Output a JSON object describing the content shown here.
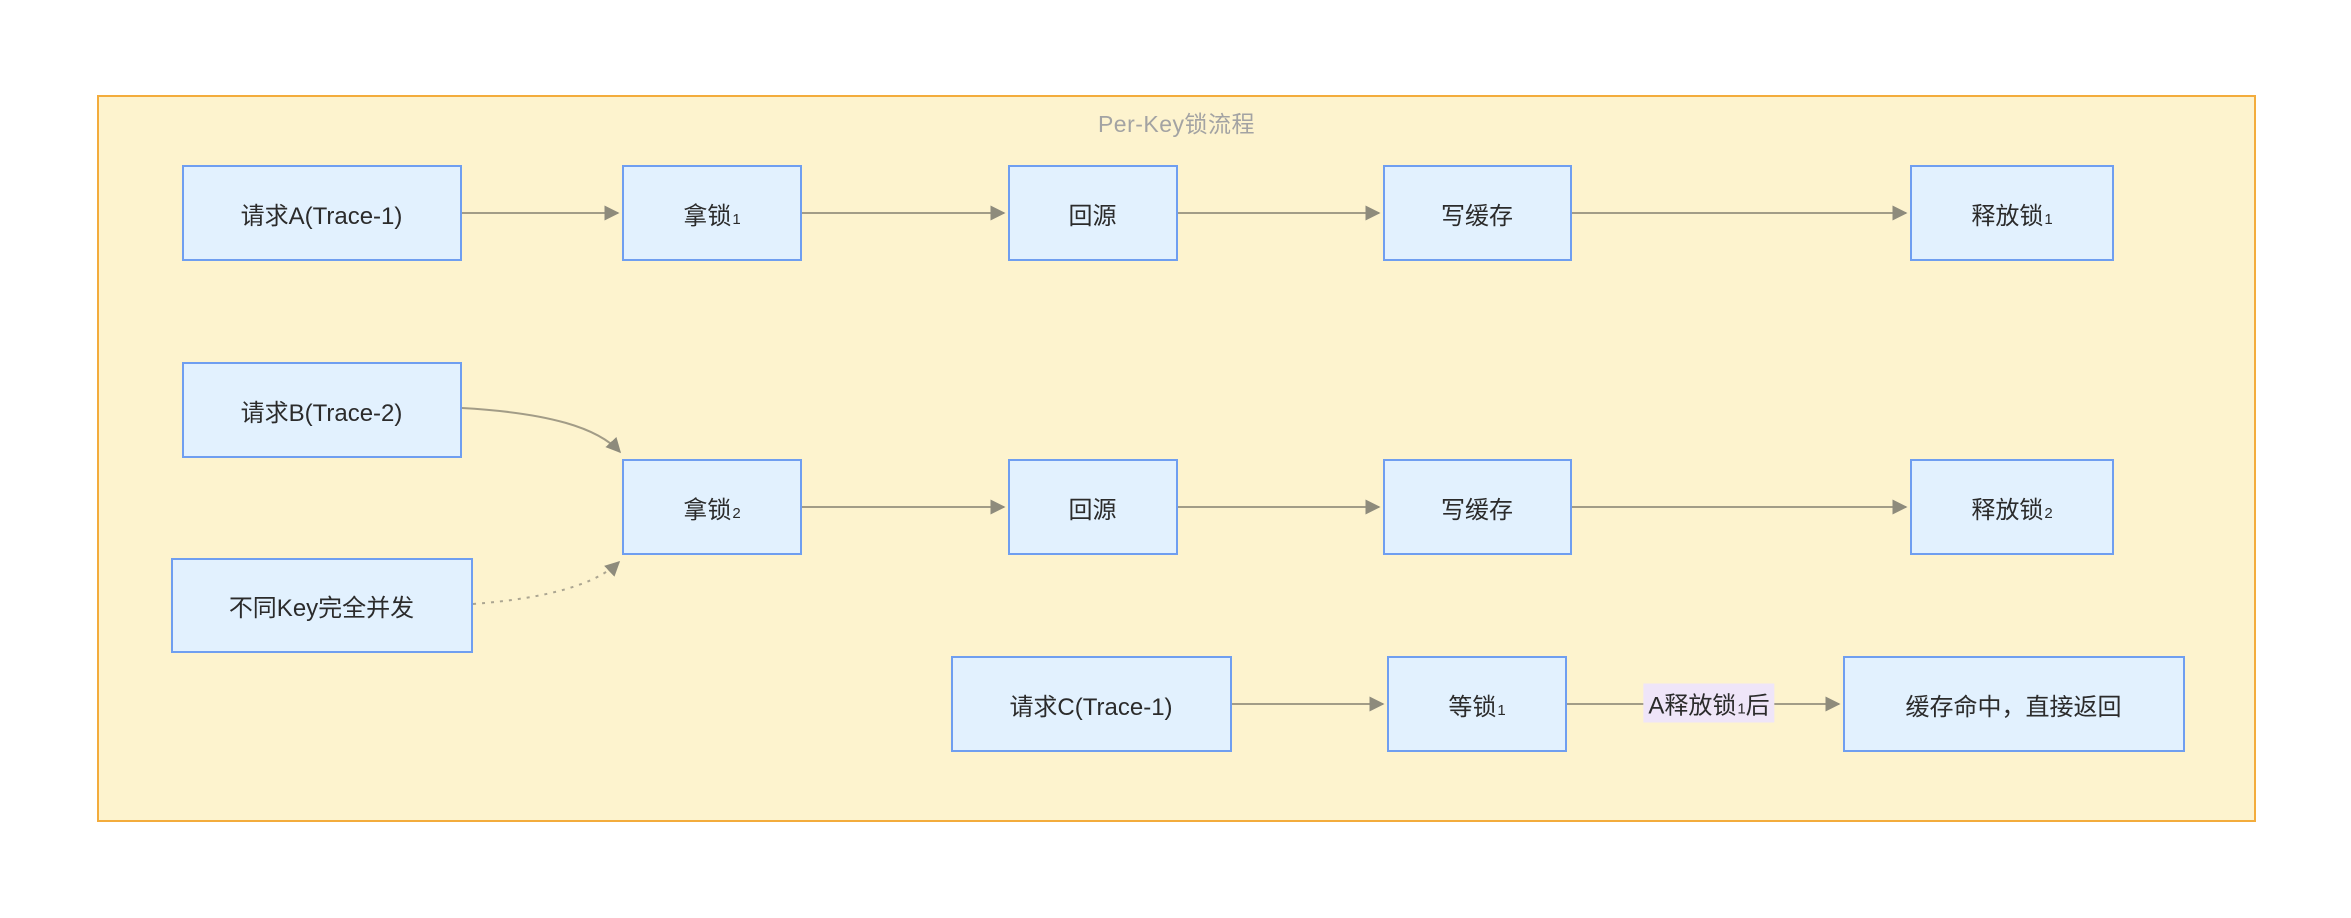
{
  "diagram": {
    "title": "Per-Key锁流程",
    "nodes": {
      "qA": {
        "label": "请求A(Trace-1)",
        "sub": ""
      },
      "nl1": {
        "label": "拿锁",
        "sub": "1"
      },
      "hy1": {
        "label": "回源",
        "sub": ""
      },
      "xc1": {
        "label": "写缓存",
        "sub": ""
      },
      "sf1": {
        "label": "释放锁",
        "sub": "1"
      },
      "qB": {
        "label": "请求B(Trace-2)",
        "sub": ""
      },
      "nl2": {
        "label": "拿锁",
        "sub": "2"
      },
      "hy2": {
        "label": "回源",
        "sub": ""
      },
      "xc2": {
        "label": "写缓存",
        "sub": ""
      },
      "sf2": {
        "label": "释放锁",
        "sub": "2"
      },
      "bk": {
        "label": "不同Key完全并发",
        "sub": ""
      },
      "qC": {
        "label": "请求C(Trace-1)",
        "sub": ""
      },
      "dl1": {
        "label": "等锁",
        "sub": "1"
      },
      "hit": {
        "label": "缓存命中，直接返回",
        "sub": ""
      }
    },
    "edge_label": {
      "prefix": "A释放锁",
      "sub": "1",
      "suffix": "后"
    },
    "colors": {
      "container_fill": "#FDF3CE",
      "container_border": "#F3AC3C",
      "title_color": "#A3A3A3",
      "node_fill": "#E2F1FE",
      "node_border": "#6F9EF0",
      "node_text": "#2B2B2B",
      "line": "#A29C87",
      "arrow": "#8E8B7C",
      "dotted": "#ABA591",
      "label_bg": "#EFE5F8",
      "label_text": "#2B2B2B",
      "page_bg": "#FFFFFF"
    }
  }
}
